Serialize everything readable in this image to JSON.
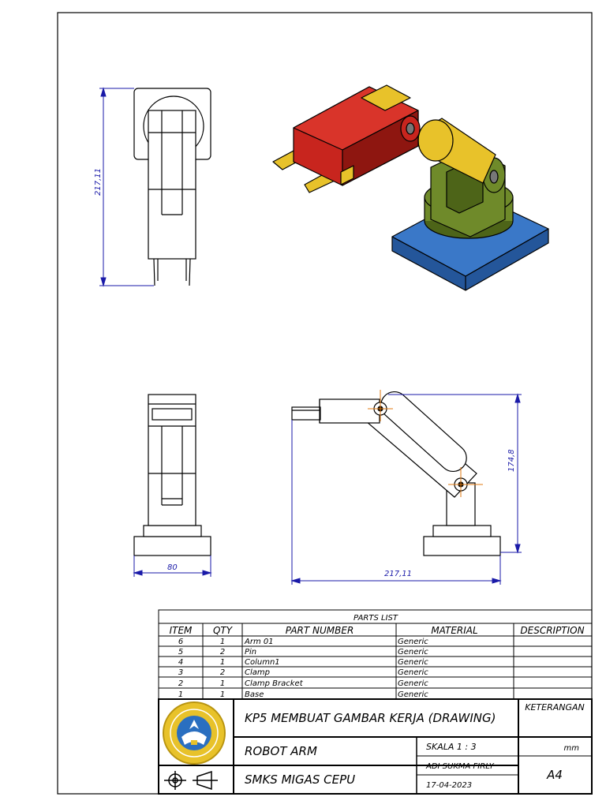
{
  "dimensions": {
    "front_height": "217,11",
    "side_width": "80",
    "side_length": "217,11",
    "side_height": "174,8"
  },
  "parts_list": {
    "title": "PARTS LIST",
    "headers": [
      "ITEM",
      "QTY",
      "PART NUMBER",
      "MATERIAL",
      "DESCRIPTION"
    ],
    "rows": [
      {
        "item": "6",
        "qty": "1",
        "part": "Arm 01",
        "material": "Generic"
      },
      {
        "item": "5",
        "qty": "2",
        "part": "Pin",
        "material": "Generic"
      },
      {
        "item": "4",
        "qty": "1",
        "part": "Column1",
        "material": "Generic"
      },
      {
        "item": "3",
        "qty": "2",
        "part": "Clamp",
        "material": "Generic"
      },
      {
        "item": "2",
        "qty": "1",
        "part": "Clamp Bracket",
        "material": "Generic"
      },
      {
        "item": "1",
        "qty": "1",
        "part": "Base",
        "material": "Generic"
      }
    ]
  },
  "title_block": {
    "project": "KP5 MEMBUAT GAMBAR KERJA (DRAWING)",
    "keterangan": "KETERANGAN",
    "drawing_name": "ROBOT ARM",
    "scale": "SKALA  1  :  3",
    "unit": "mm",
    "author": "ADI SUKMA FIRLY",
    "school": "SMKS MIGAS CEPU",
    "date": "17-04-2023",
    "paper": "A4"
  },
  "colors": {
    "line": "#000000",
    "dimension": "#1a1aa8",
    "centerline": "#e07a10",
    "arm": "#c8251e",
    "arm_dark": "#8e1610",
    "pin": "#e8c22a",
    "column": "#6f8a2a",
    "column_dark": "#4d6418",
    "base": "#3a78c8",
    "base_dark": "#24569a",
    "logo": "#e8c22a",
    "logo_inner": "#2a6fc0"
  }
}
